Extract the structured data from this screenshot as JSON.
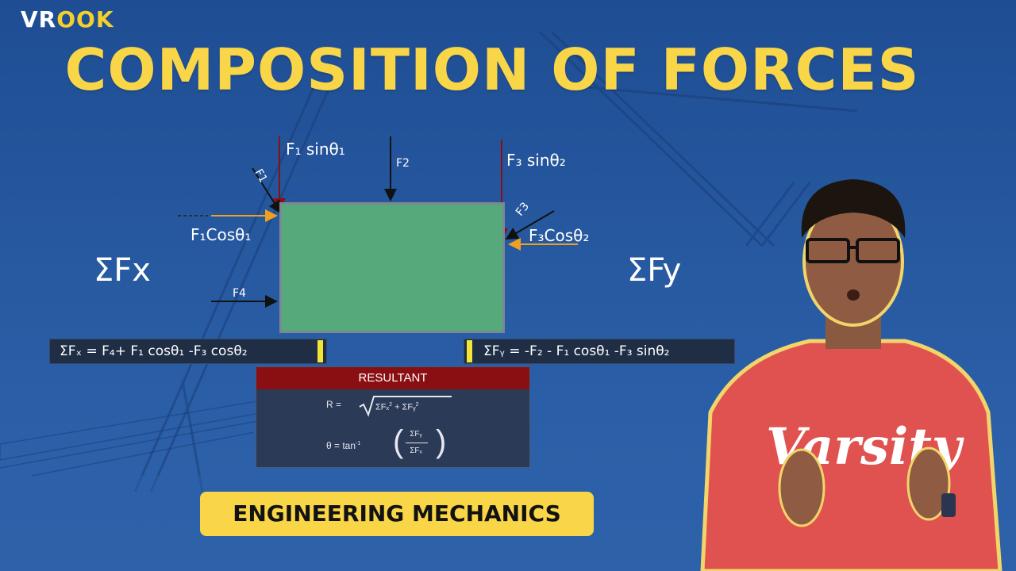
{
  "logo": {
    "text_a": "VR",
    "text_b": "OOK"
  },
  "title": "COMPOSITION OF FORCES",
  "diagram": {
    "f1_sin": "F₁ sinθ₁",
    "f2": "F2",
    "f3_sin": "F₃ sinθ₂",
    "f1": "F1",
    "f3": "F3",
    "f1_cos": "F₁Cosθ₁",
    "f3_cos": "F₃Cosθ₂",
    "f4": "F4",
    "sum_fx": "ΣFx",
    "sum_fy": "ΣFy"
  },
  "equations": {
    "fx": "ΣFₓ = F₄+ F₁ cosθ₁ -F₃ cosθ₂",
    "fy": "ΣFᵧ = -F₂ - F₁ cosθ₁ -F₃ sinθ₂"
  },
  "resultant": {
    "heading": "RESULTANT",
    "r_label": "R =",
    "theta_label": "θ = tan",
    "inv": "-1",
    "r_inner_a": "ΣFₓ",
    "r_inner_b": "+ ΣFᵧ",
    "sq": "2",
    "frac_num": "ΣFᵧ",
    "frac_den": "ΣFₓ"
  },
  "subtitle": "ENGINEERING MECHANICS",
  "colors": {
    "accent": "#f9d548",
    "box": "#55a97b",
    "result_head": "#8a0f13"
  },
  "icons": [
    "force-arrow-icon",
    "vroook-logo"
  ]
}
